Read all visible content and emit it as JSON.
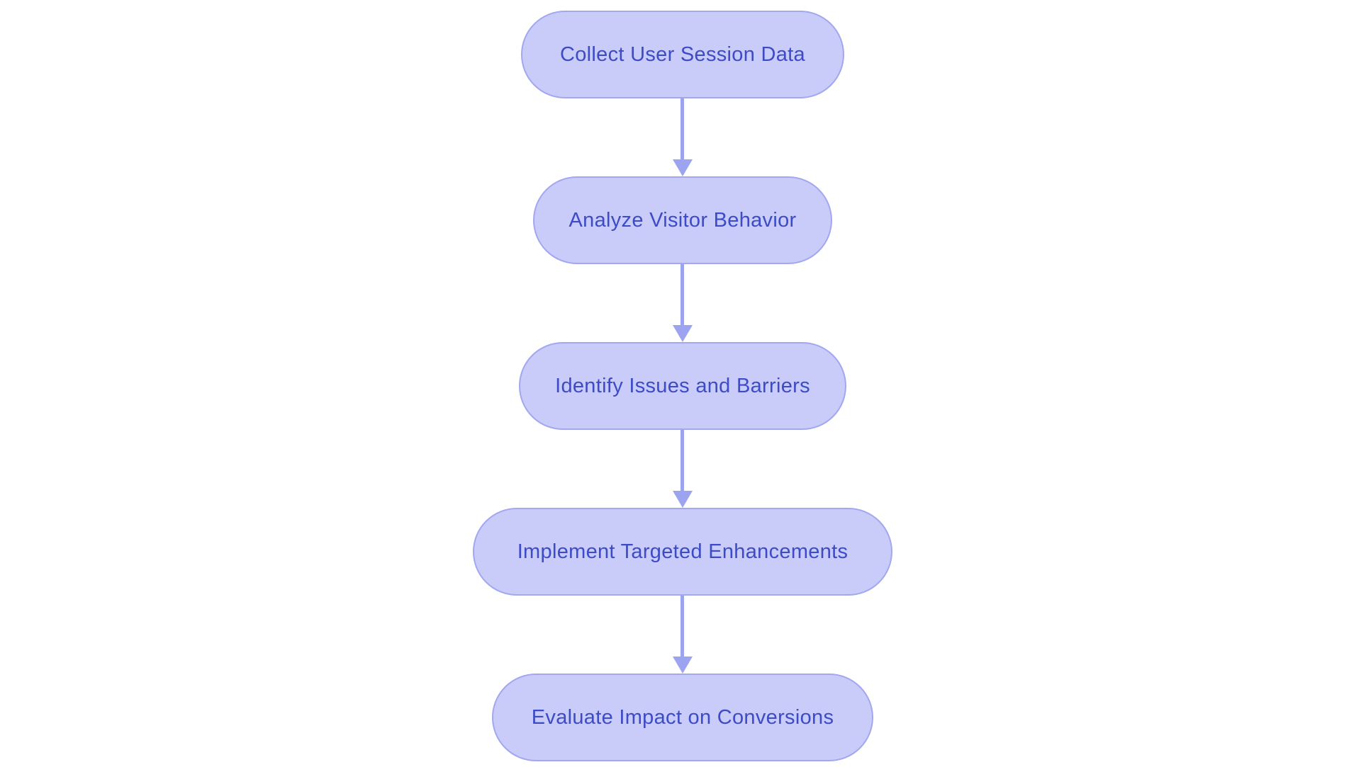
{
  "diagram": {
    "type": "flowchart",
    "direction": "top-down",
    "colors": {
      "background": "#ffffff",
      "node_fill": "#c9ccf8",
      "node_border": "#a2a7f0",
      "node_text": "#3d4bc6",
      "arrow": "#9da4ef"
    },
    "nodes": [
      {
        "id": "n1",
        "label": "Collect User Session Data"
      },
      {
        "id": "n2",
        "label": "Analyze Visitor Behavior"
      },
      {
        "id": "n3",
        "label": "Identify Issues and Barriers"
      },
      {
        "id": "n4",
        "label": "Implement Targeted Enhancements"
      },
      {
        "id": "n5",
        "label": "Evaluate Impact on Conversions"
      }
    ],
    "edges": [
      {
        "from": "n1",
        "to": "n2"
      },
      {
        "from": "n2",
        "to": "n3"
      },
      {
        "from": "n3",
        "to": "n4"
      },
      {
        "from": "n4",
        "to": "n5"
      }
    ]
  }
}
